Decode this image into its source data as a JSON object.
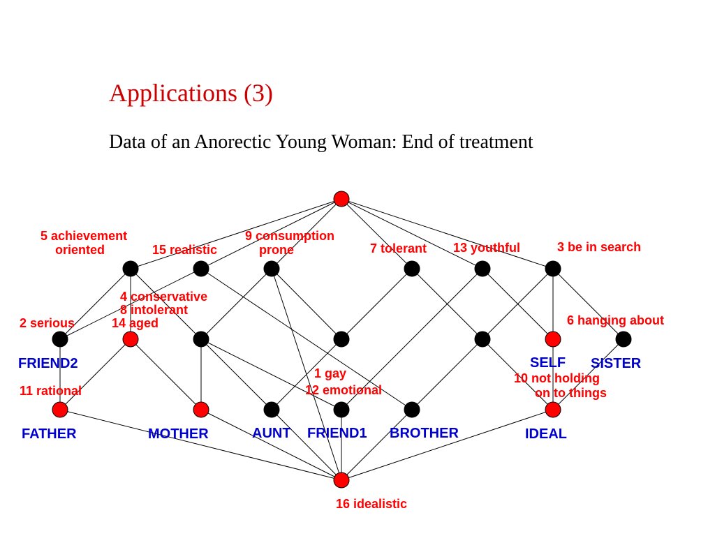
{
  "slide": {
    "title": "Applications (3)",
    "subtitle": "Data of an Anorectic Young Woman: End of treatment"
  },
  "colors": {
    "title": "#cc0000",
    "attribute_label": "#ff0000",
    "object_label": "#0000cc",
    "node_black": "#000000",
    "node_red": "#ff0000"
  },
  "lattice": {
    "attribute_labels": {
      "a5a": "5 achievement",
      "a5b": "oriented",
      "a15": "15 realistic",
      "a9a": "9 consumption",
      "a9b": "prone",
      "a7": "7 tolerant",
      "a13": "13 youthful",
      "a3": "3 be in search",
      "a4": "4 conservative",
      "a8": "8 intolerant",
      "a14": "14 aged",
      "a2": "2 serious",
      "a6": "6 hanging about",
      "a1": "1 gay",
      "a12": "12 emotional",
      "a10a": "10 not holding",
      "a10b": "on to things",
      "a11": "11 rational",
      "a16": "16 idealistic"
    },
    "object_labels": {
      "friend2": "FRIEND2",
      "self": "SELF",
      "sister": "SISTER",
      "father": "FATHER",
      "mother": "MOTHER",
      "aunt": "AUNT",
      "friend1": "FRIEND1",
      "brother": "BROTHER",
      "ideal": "IDEAL"
    }
  }
}
